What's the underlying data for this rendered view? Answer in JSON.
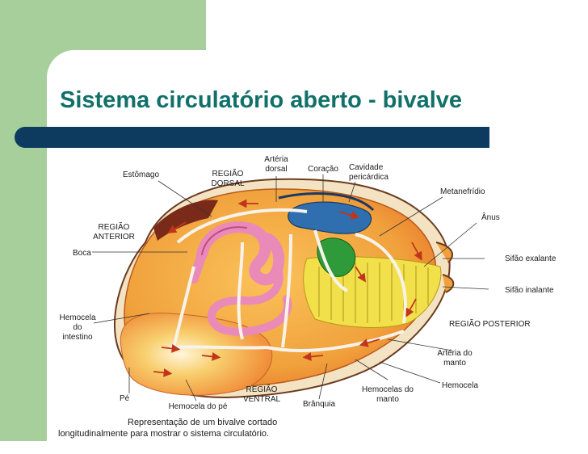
{
  "slide": {
    "title": "Sistema circulatório aberto - bivalve"
  },
  "labels": {
    "arteria_dorsal": [
      "Artéria",
      "dorsal"
    ],
    "estomago": "Estômago",
    "regiao_dorsal": [
      "REGIÃO",
      "DORSAL"
    ],
    "coracao": "Coração",
    "cavidade_pericardica": [
      "Cavidade",
      "pericárdica"
    ],
    "metanefridio": "Metanefrídio",
    "anus": "Ânus",
    "regiao_anterior": [
      "REGIÃO",
      "ANTERIOR"
    ],
    "boca": "Boca",
    "sifao_exalante": "Sifão exalante",
    "sifao_inalante": "Sifão inalante",
    "hemocela_do_intestino": [
      "Hemocela",
      "do",
      "intestino"
    ],
    "regiao_posterior": "REGIÃO POSTERIOR",
    "arteria_do_manto": [
      "Artéria do",
      "manto"
    ],
    "hemocela": "Hemocela",
    "pe": "Pé",
    "regiao_ventral": [
      "REGIÃO",
      "VENTRAL"
    ],
    "hemocelas_do_manto": [
      "Hemocelas do",
      "manto"
    ],
    "hemocela_do_pe": "Hemocela do pé",
    "branquia": "Brânquia"
  },
  "caption": {
    "line1": "Representação de um bivalve cortado",
    "line2": "longitudinalmente para mostrar o sistema circulatório."
  },
  "colors": {
    "green_block": "#a6cf9b",
    "title": "#11706a",
    "title_bar": "#0d3b5f",
    "body_orange": "#f0a13c",
    "foot_orange": "#f6b54a",
    "digestive_pink": "#e98ab8",
    "gill_yellow": "#f2e04a",
    "heart_blue": "#2f6fb0",
    "heart_green": "#2f9a3a",
    "arrow_red": "#c0361c"
  }
}
